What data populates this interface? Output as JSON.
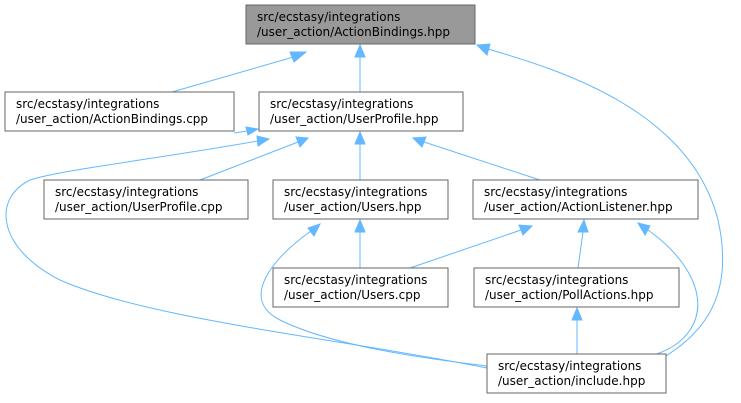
{
  "diagram": {
    "nodes": [
      {
        "id": "action_bindings_hpp",
        "line1": "src/ecstasy/integrations",
        "line2": "/user_action/ActionBindings.hpp",
        "highlighted": true
      },
      {
        "id": "action_bindings_cpp",
        "line1": "src/ecstasy/integrations",
        "line2": "/user_action/ActionBindings.cpp",
        "highlighted": false
      },
      {
        "id": "user_profile_hpp",
        "line1": "src/ecstasy/integrations",
        "line2": "/user_action/UserProfile.hpp",
        "highlighted": false
      },
      {
        "id": "user_profile_cpp",
        "line1": "src/ecstasy/integrations",
        "line2": "/user_action/UserProfile.cpp",
        "highlighted": false
      },
      {
        "id": "users_hpp",
        "line1": "src/ecstasy/integrations",
        "line2": "/user_action/Users.hpp",
        "highlighted": false
      },
      {
        "id": "action_listener_hpp",
        "line1": "src/ecstasy/integrations",
        "line2": "/user_action/ActionListener.hpp",
        "highlighted": false
      },
      {
        "id": "users_cpp",
        "line1": "src/ecstasy/integrations",
        "line2": "/user_action/Users.cpp",
        "highlighted": false
      },
      {
        "id": "poll_actions_hpp",
        "line1": "src/ecstasy/integrations",
        "line2": "/user_action/PollActions.hpp",
        "highlighted": false
      },
      {
        "id": "include_hpp",
        "line1": "src/ecstasy/integrations",
        "line2": "/user_action/include.hpp",
        "highlighted": false
      }
    ],
    "edges": [
      {
        "from": "action_bindings_hpp",
        "to": "action_bindings_cpp"
      },
      {
        "from": "action_bindings_hpp",
        "to": "user_profile_hpp"
      },
      {
        "from": "action_bindings_hpp",
        "to": "include_hpp"
      },
      {
        "from": "user_profile_hpp",
        "to": "action_bindings_cpp"
      },
      {
        "from": "user_profile_hpp",
        "to": "user_profile_cpp"
      },
      {
        "from": "user_profile_hpp",
        "to": "users_hpp"
      },
      {
        "from": "user_profile_hpp",
        "to": "action_listener_hpp"
      },
      {
        "from": "user_profile_hpp",
        "to": "include_hpp"
      },
      {
        "from": "users_hpp",
        "to": "users_cpp"
      },
      {
        "from": "users_hpp",
        "to": "include_hpp"
      },
      {
        "from": "action_listener_hpp",
        "to": "users_cpp"
      },
      {
        "from": "action_listener_hpp",
        "to": "poll_actions_hpp"
      },
      {
        "from": "action_listener_hpp",
        "to": "include_hpp"
      },
      {
        "from": "poll_actions_hpp",
        "to": "include_hpp"
      }
    ],
    "colors": {
      "edge": "#63b8ff",
      "node_border": "#666666",
      "node_fill": "#ffffff",
      "highlight_fill": "#999999",
      "text": "#000000"
    }
  }
}
